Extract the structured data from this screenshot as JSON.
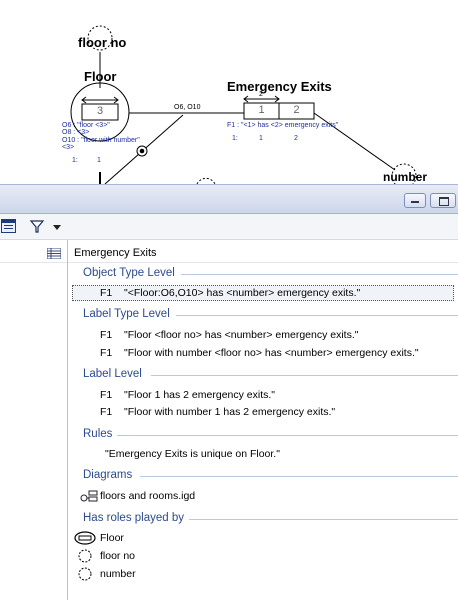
{
  "diagram": {
    "floor_label": "Floor",
    "floor_no_label": "floor no",
    "emergency_label": "Emergency Exits",
    "number_label": "number",
    "floor_box_value": "3",
    "ee_box_left": "1",
    "ee_box_right": "2",
    "ee_box_top_tick": "2",
    "floor_notes": [
      "O6 : \"floor <3>\"",
      "O8 : <3>",
      "O10 : \"floor with number\" <3>"
    ],
    "floor_index": "1:",
    "floor_index_val": "1",
    "connector_label": "O6, O10",
    "ee_note": "F1 : \"<1> has <2> emergency exits\"",
    "ee_idx": "1:",
    "ee_idx_v1": "1",
    "ee_idx_v2": "2"
  },
  "panel": {
    "title": "Emergency Exits",
    "sections": {
      "object_type_level": "Object Type Level",
      "label_type_level": "Label Type Level",
      "label_level": "Label Level",
      "rules": "Rules",
      "diagrams": "Diagrams",
      "has_roles": "Has roles played by"
    },
    "object_type": [
      {
        "id": "F1",
        "text": "\"<Floor:O6,O10> has <number> emergency exits.\""
      }
    ],
    "label_type": [
      {
        "id": "F1",
        "text": "\"Floor <floor no> has <number> emergency exits.\""
      },
      {
        "id": "F1",
        "text": "\"Floor with number <floor no> has <number> emergency exits.\""
      }
    ],
    "label_level": [
      {
        "id": "F1",
        "text": "\"Floor 1 has 2 emergency exits.\""
      },
      {
        "id": "F1",
        "text": "\"Floor with number 1 has 2 emergency exits.\""
      }
    ],
    "rules": [
      "\"Emergency Exits is unique on Floor.\""
    ],
    "diagrams": [
      "floors and rooms.igd"
    ],
    "roles": [
      "Floor",
      "floor no",
      "number"
    ]
  },
  "colors": {
    "section": "#2c4a8f",
    "header": "#cdd6ea",
    "accent": "#1d2e9c"
  }
}
